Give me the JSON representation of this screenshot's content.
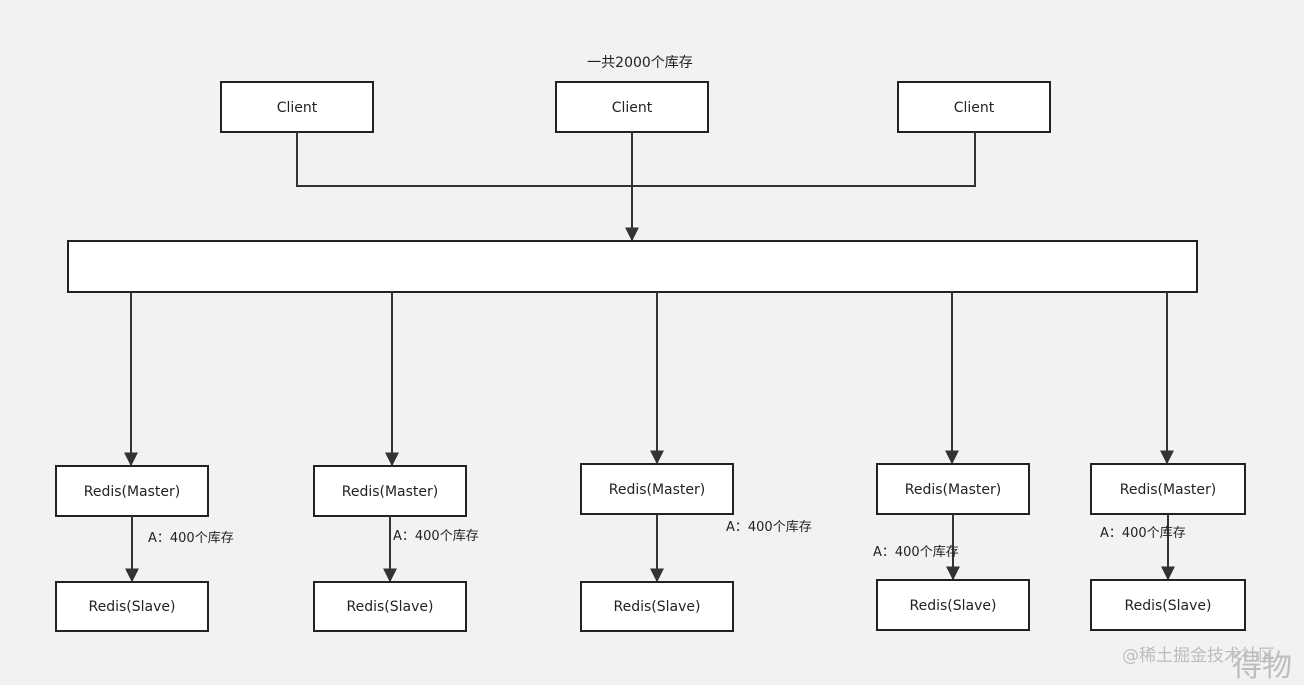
{
  "diagram": {
    "total_note": "一共2000个库存",
    "clients": [
      {
        "label": "Client"
      },
      {
        "label": "Client"
      },
      {
        "label": "Client"
      }
    ],
    "gateway": {
      "label": ""
    },
    "shards": [
      {
        "master": "Redis(Master)",
        "slave": "Redis(Slave)",
        "note": "A：400个库存"
      },
      {
        "master": "Redis(Master)",
        "slave": "Redis(Slave)",
        "note": "A：400个库存"
      },
      {
        "master": "Redis(Master)",
        "slave": "Redis(Slave)",
        "note": "A：400个库存"
      },
      {
        "master": "Redis(Master)",
        "slave": "Redis(Slave)",
        "note": "A：400个库存"
      },
      {
        "master": "Redis(Master)",
        "slave": "Redis(Slave)",
        "note": "A：400个库存"
      }
    ]
  },
  "watermark": {
    "text": "@稀土掘金技术社区",
    "corner": "得物"
  }
}
